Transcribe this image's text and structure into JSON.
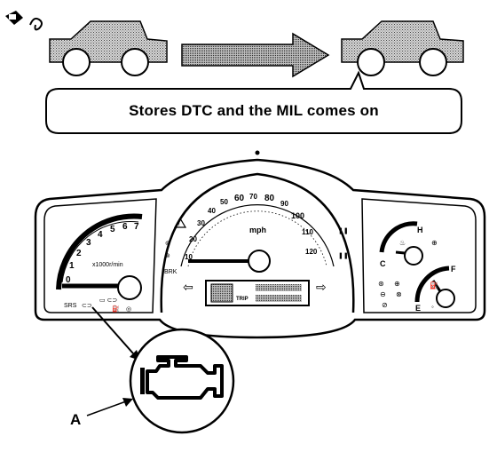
{
  "caption": "Stores DTC and the MIL comes on",
  "callout_label": "A",
  "tachometer": {
    "ticks": [
      "0",
      "1",
      "2",
      "3",
      "4",
      "5",
      "6",
      "7"
    ],
    "unit_label": "x1000r/min"
  },
  "speedometer": {
    "ticks": [
      "10",
      "20",
      "30",
      "40",
      "50",
      "60",
      "70",
      "80",
      "90",
      "100",
      "110",
      "120"
    ],
    "unit_label": "mph"
  },
  "temperature_gauge": {
    "high_label": "H",
    "low_label": "C"
  },
  "fuel_gauge": {
    "full_label": "F",
    "empty_label": "E"
  },
  "odometer": {
    "trip_label": "TRIP"
  },
  "icons": [
    "engine-start-icon",
    "car-icon",
    "arrow-right-icon",
    "check-engine-icon",
    "warning-triangle-icon"
  ]
}
